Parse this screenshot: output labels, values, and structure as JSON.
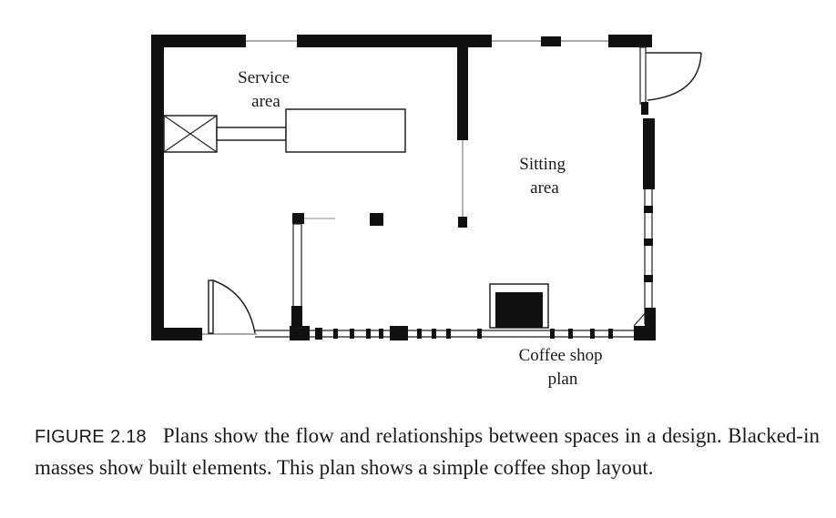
{
  "diagram": {
    "labels": {
      "service_area": [
        "Service",
        "area"
      ],
      "sitting_area": [
        "Sitting",
        "area"
      ],
      "plan_title": [
        "Coffee shop",
        "plan"
      ]
    }
  },
  "caption": {
    "figure_label": "FIGURE 2.18",
    "text": "Plans show the flow and relationships between spaces in a design. Blacked-in masses show built elements. This plan shows a simple coffee shop layout."
  }
}
